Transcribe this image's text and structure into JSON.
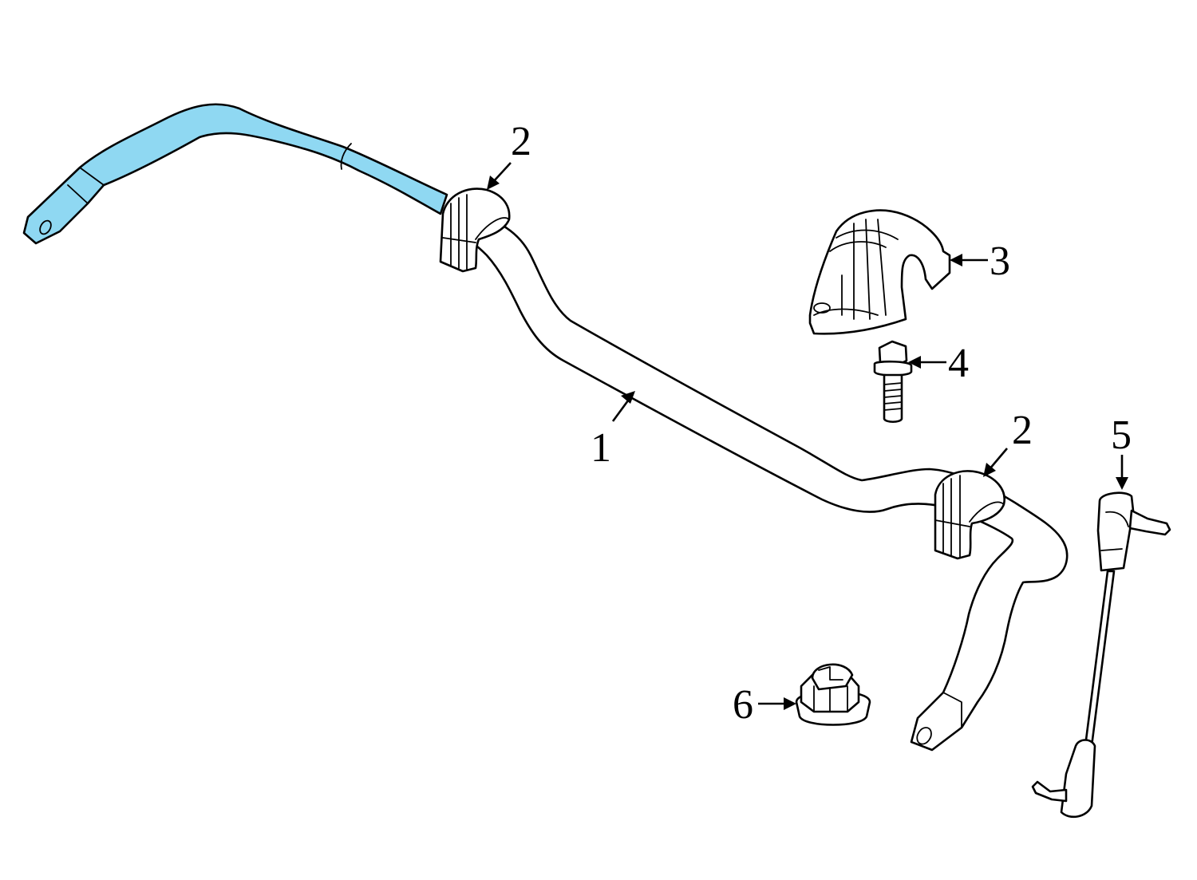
{
  "callouts": {
    "sway_bar": "1",
    "bushing_left": "2",
    "bushing_right": "2",
    "bracket": "3",
    "bolt": "4",
    "link": "5",
    "nut": "6"
  },
  "colors": {
    "highlight": "#8fd8f2",
    "line": "#000000",
    "background": "#ffffff"
  }
}
